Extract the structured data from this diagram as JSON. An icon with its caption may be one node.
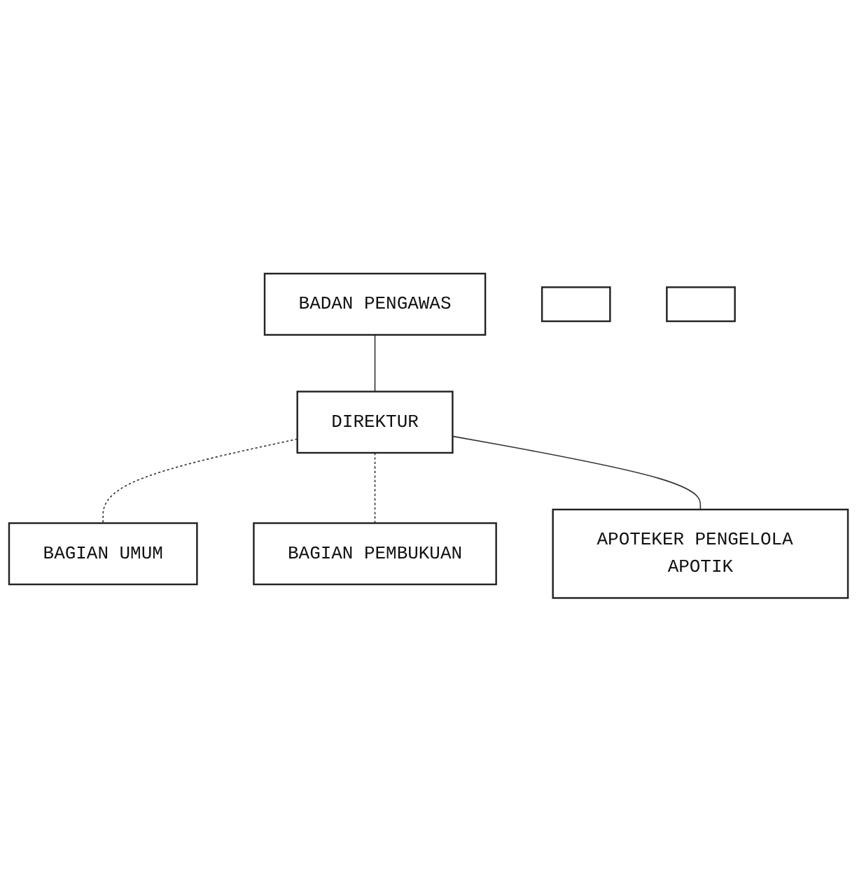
{
  "diagram": {
    "nodes": [
      {
        "text": [
          "BADAN PENGAWAS"
        ]
      },
      {
        "text": [
          "DIREKTUR"
        ]
      },
      {
        "text": [
          "BAGIAN UMUM"
        ]
      },
      {
        "text": [
          "BAGIAN PEMBUKUAN"
        ]
      },
      {
        "text": [
          "APOTEKER PENGELOLA APOTIK"
        ]
      },
      {
        "text": [],
        "shape": "box"
      },
      {
        "text": [],
        "shape": "box"
      }
    ],
    "edges": [
      {
        "from": 0,
        "to": 1,
        "arrow": "none"
      },
      {
        "from": 1,
        "to": 2,
        "arrow": "none",
        "style": "dashed"
      },
      {
        "from": 1,
        "to": 3,
        "arrow": "none",
        "style": "dashed"
      },
      {
        "from": 1,
        "to": 4,
        "arrow": "none"
      }
    ]
  }
}
